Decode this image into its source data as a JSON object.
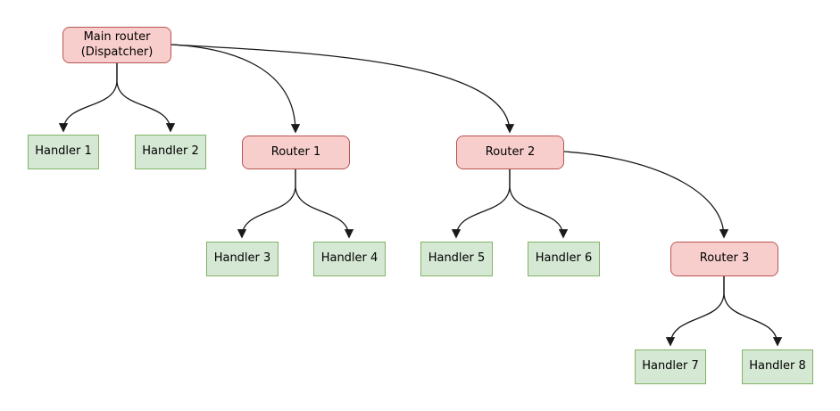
{
  "diagram": {
    "nodes": [
      {
        "id": "main",
        "label": "Main router\n(Dispatcher)",
        "type": "router"
      },
      {
        "id": "handler1",
        "label": "Handler 1",
        "type": "handler"
      },
      {
        "id": "handler2",
        "label": "Handler 2",
        "type": "handler"
      },
      {
        "id": "router1",
        "label": "Router 1",
        "type": "router"
      },
      {
        "id": "router2",
        "label": "Router 2",
        "type": "router"
      },
      {
        "id": "handler3",
        "label": "Handler 3",
        "type": "handler"
      },
      {
        "id": "handler4",
        "label": "Handler 4",
        "type": "handler"
      },
      {
        "id": "handler5",
        "label": "Handler 5",
        "type": "handler"
      },
      {
        "id": "handler6",
        "label": "Handler 6",
        "type": "handler"
      },
      {
        "id": "router3",
        "label": "Router 3",
        "type": "router"
      },
      {
        "id": "handler7",
        "label": "Handler 7",
        "type": "handler"
      },
      {
        "id": "handler8",
        "label": "Handler 8",
        "type": "handler"
      }
    ],
    "edges": [
      {
        "from": "main",
        "to": "handler1"
      },
      {
        "from": "main",
        "to": "handler2"
      },
      {
        "from": "main",
        "to": "router1"
      },
      {
        "from": "main",
        "to": "router2"
      },
      {
        "from": "router1",
        "to": "handler3"
      },
      {
        "from": "router1",
        "to": "handler4"
      },
      {
        "from": "router2",
        "to": "handler5"
      },
      {
        "from": "router2",
        "to": "handler6"
      },
      {
        "from": "router2",
        "to": "router3"
      },
      {
        "from": "router3",
        "to": "handler7"
      },
      {
        "from": "router3",
        "to": "handler8"
      }
    ],
    "colors": {
      "router_fill": "#f8cecc",
      "router_border": "#b85450",
      "handler_fill": "#d5e8d4",
      "handler_border": "#82b366",
      "edge": "#1a1a1a",
      "text": "#000000",
      "background": "#ffffff"
    }
  }
}
